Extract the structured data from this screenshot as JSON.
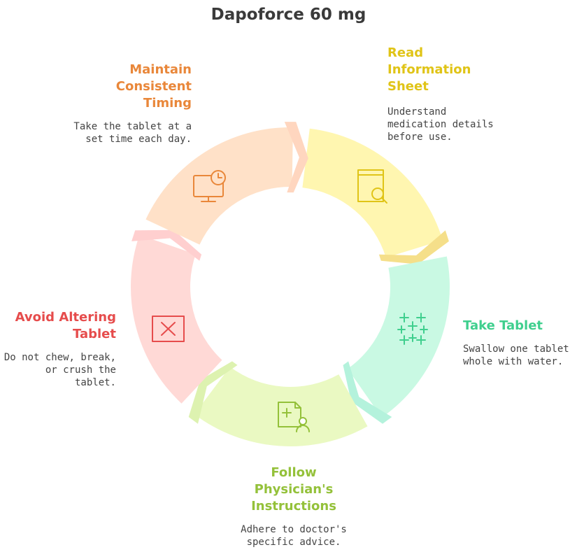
{
  "title": "Dapoforce 60 mg",
  "steps": [
    {
      "title": "Read\nInformation\nSheet",
      "description": "Understand\nmedication details\nbefore use.",
      "color": "#e0c417",
      "fill": "#fff6b0",
      "accent": "#f5df8a",
      "icon": "document-search-icon"
    },
    {
      "title": "Take Tablet",
      "description": "Swallow one tablet\nwhole with water.",
      "color": "#3fcf8e",
      "fill": "#c9f9e3",
      "accent": "#b4f2dc",
      "icon": "sparkles-grid-icon"
    },
    {
      "title": "Follow\nPhysician's\nInstructions",
      "description": "Adhere to doctor's\nspecific advice.",
      "color": "#94c13a",
      "fill": "#eaf9c2",
      "accent": "#ddf2b0",
      "icon": "medical-file-person-icon"
    },
    {
      "title": "Avoid Altering\nTablet",
      "description": "Do not chew, break,\nor crush the tablet.",
      "color": "#e64c4c",
      "fill": "#ffd9d6",
      "accent": "#ffcfcf",
      "icon": "x-box-icon"
    },
    {
      "title": "Maintain\nConsistent\nTiming",
      "description": "Take the tablet at a\nset time each day.",
      "color": "#e9873a",
      "fill": "#ffe1c8",
      "accent": "#ffd6bf",
      "icon": "monitor-clock-icon"
    }
  ]
}
